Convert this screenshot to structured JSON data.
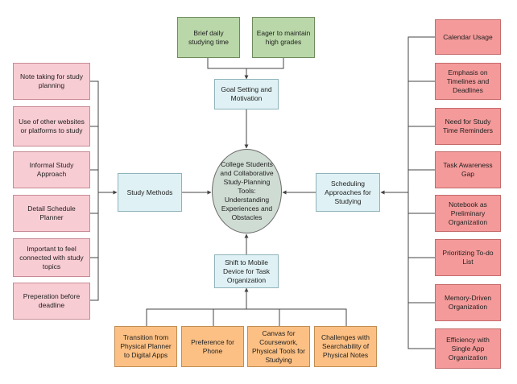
{
  "center": {
    "label": "College Students and Collaborative Study-Planning Tools: Understanding Experiences and Obstacles"
  },
  "top_sources": [
    {
      "label": "Brief daily studying time"
    },
    {
      "label": "Eager to maintain high grades"
    }
  ],
  "goal": {
    "label": "Goal Setting and Motivation"
  },
  "study_methods": {
    "label": "Study Methods"
  },
  "left_items": [
    {
      "label": "Note taking for study planning"
    },
    {
      "label": "Use of other websites or platforms to study"
    },
    {
      "label": "Informal Study Approach"
    },
    {
      "label": "Detail Schedule Planner"
    },
    {
      "label": "Important to feel connected with study topics"
    },
    {
      "label": "Preperation before deadline"
    }
  ],
  "scheduling": {
    "label": "Scheduling Approaches for Studying"
  },
  "right_items": [
    {
      "label": "Calendar Usage"
    },
    {
      "label": "Emphasis on Timelines and Deadlines"
    },
    {
      "label": "Need for Study Time Reminders"
    },
    {
      "label": "Task Awareness Gap"
    },
    {
      "label": "Notebook as Preliminary Organization"
    },
    {
      "label": "Prioritizing To-do List"
    },
    {
      "label": "Memory-Driven Organization"
    },
    {
      "label": "Efficiency with Single App Organization"
    }
  ],
  "mobile": {
    "label": "Shift to Mobile Device for Task Organization"
  },
  "bottom_items": [
    {
      "label": "Transition from Physical Planner to Digital Apps"
    },
    {
      "label": "Preference for Phone"
    },
    {
      "label": "Canvas for Coursework, Physical Tools for Studying"
    },
    {
      "label": "Challenges with Searchability of Physical Notes"
    }
  ],
  "colors": {
    "green": "#b9d7a8",
    "blue": "#dff1f4",
    "pink": "#f8ccd3",
    "red": "#f59a9a",
    "orange": "#fcc084",
    "center": "#cfdcd3",
    "line": "#444444"
  }
}
